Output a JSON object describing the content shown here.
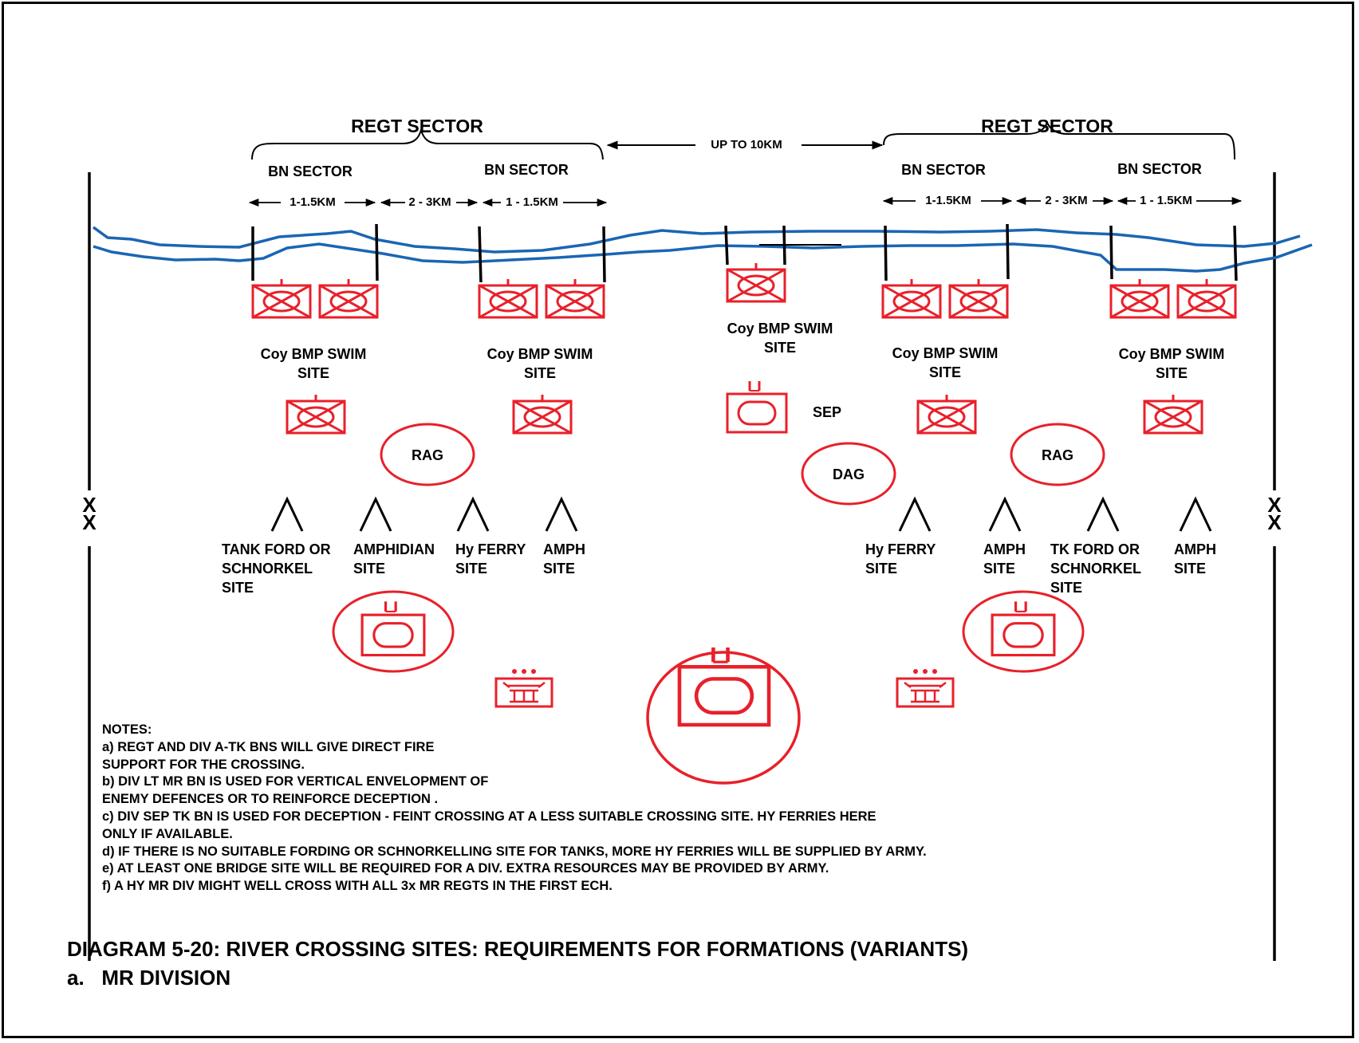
{
  "caption": {
    "title": "DIAGRAM 5-20: RIVER CROSSING SITES: REQUIREMENTS FOR FORMATIONS (VARIANTS)",
    "subtitle": "a.   MR DIVISION"
  },
  "boundary_symbol": "X\nX",
  "regiment_sectors": [
    {
      "label": "REGT SECTOR"
    },
    {
      "label": "REGT SECTOR"
    }
  ],
  "gap_label": "UP TO 10KM",
  "bn_sector_label": "BN SECTOR",
  "widths": {
    "bn": "1-1.5KM",
    "gap": "2 - 3KM",
    "bn2": "1 - 1.5KM"
  },
  "swim_site_label": "Coy BMP SWIM\nSITE",
  "center_swim_label": "Coy BMP SWIM\nSITE",
  "sep_label": "SEP",
  "rag_label": "RAG",
  "dag_label": "DAG",
  "crossing_sites_left": [
    "TANK FORD OR\nSCHNORKEL\nSITE",
    "AMPHIDIAN\nSITE",
    "Hy FERRY\nSITE",
    "AMPH\nSITE"
  ],
  "crossing_sites_right": [
    "Hy FERRY\nSITE",
    "AMPH\nSITE",
    "TK FORD OR\nSCHNORKEL\nSITE",
    "AMPH\nSITE"
  ],
  "notes": {
    "heading": "NOTES:",
    "lines": [
      "a) REGT AND DIV A-TK BNS WILL GIVE DIRECT FIRE",
      "SUPPORT FOR THE CROSSING.",
      "b) DIV LT MR BN IS USED FOR VERTICAL ENVELOPMENT OF",
      "ENEMY DEFENCES OR TO REINFORCE DECEPTION .",
      "c) DIV SEP TK BN IS USED FOR DECEPTION - FEINT CROSSING AT A LESS SUITABLE CROSSING SITE. HY FERRIES HERE",
      "ONLY IF AVAILABLE.",
      "d) IF THERE IS NO SUITABLE FORDING OR SCHNORKELLING SITE FOR TANKS, MORE HY FERRIES WILL BE SUPPLIED BY ARMY.",
      "e) AT LEAST ONE BRIDGE SITE WILL BE REQUIRED FOR A DIV. EXTRA RESOURCES MAY BE PROVIDED BY ARMY.",
      "f) A HY MR DIV MIGHT WELL CROSS WITH ALL 3x MR REGTS IN THE FIRST ECH."
    ]
  },
  "colors": {
    "unit_symbol": "#e8202a",
    "river": "#1a66b3",
    "ink": "#000000"
  },
  "icons": [
    "mech-infantry-company-icon",
    "tank-battalion-icon",
    "artillery-group-icon",
    "crossing-site-icon",
    "bridge-unit-icon"
  ]
}
